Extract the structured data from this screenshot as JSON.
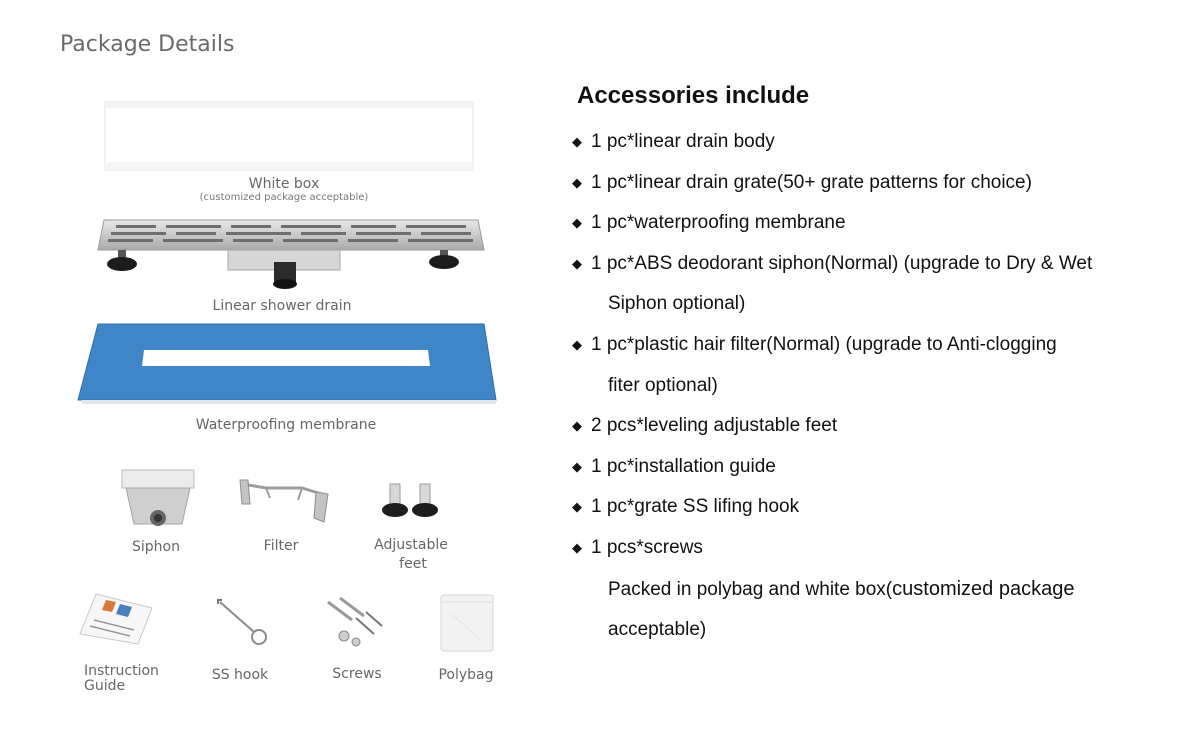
{
  "page": {
    "title": "Package Details"
  },
  "package_items": {
    "white_box": {
      "label": "White box",
      "sublabel": "(customized package acceptable)"
    },
    "drain": {
      "label": "Linear shower drain"
    },
    "membrane": {
      "label": "Waterproofing membrane"
    },
    "siphon": {
      "label": "Siphon"
    },
    "filter": {
      "label": "Filter"
    },
    "feet": {
      "label_line1": "Adjustable",
      "label_line2": "feet"
    },
    "guide": {
      "label_line1": "Instruction",
      "label_line2": "Guide"
    },
    "hook": {
      "label": "SS hook"
    },
    "screws": {
      "label": "Screws"
    },
    "polybag": {
      "label": "Polybag"
    }
  },
  "accessories": {
    "title": "Accessories include",
    "bullet": "◆",
    "items": [
      {
        "line1": "1 pc*linear drain body"
      },
      {
        "line1": "1 pc*linear drain grate(50+ grate patterns for choice)"
      },
      {
        "line1": "1 pc*waterproofing membrane"
      },
      {
        "line1": "1 pc*ABS deodorant siphon(Normal) (upgrade to Dry & Wet",
        "line2": "Siphon optional)"
      },
      {
        "line1": "1 pc*plastic hair filter(Normal) (upgrade to Anti-clogging",
        "line2": "fiter optional)"
      },
      {
        "line1": "2 pcs*leveling adjustable feet"
      },
      {
        "line1": "1 pc*installation guide"
      },
      {
        "line1": "1 pc*grate SS lifing hook"
      },
      {
        "line1": "1 pcs*screws"
      }
    ],
    "note_part1": "Packed in polybag and white box(",
    "note_part2": "customized package",
    "note_line2": "acceptable)"
  }
}
